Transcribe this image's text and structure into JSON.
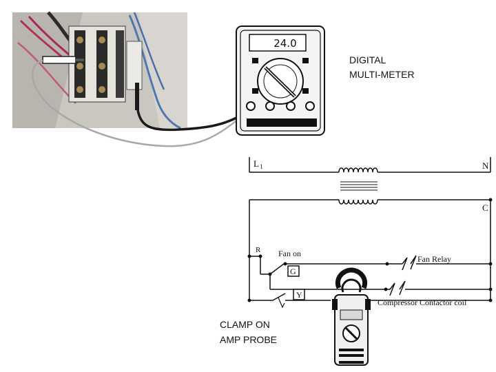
{
  "labels": {
    "multimeter_line1": "DIGITAL",
    "multimeter_line2": "MULTI-METER",
    "clamp_line1": "CLAMP ON",
    "clamp_line2": "AMP PROBE"
  },
  "meter": {
    "display_value": "24.0"
  },
  "circuit": {
    "l1": "L",
    "l1_sub": "1",
    "n": "N",
    "c": "C",
    "r": "R",
    "g": "G",
    "y": "Y",
    "fan_on": "Fan on",
    "fan_relay": "Fan Relay",
    "compressor_coil": "Compressor Contactor coil"
  },
  "colors": {
    "wire_black": "#1a1a1a",
    "wire_gray": "#a8a8a8",
    "photo_panel": "#c9c6c1"
  }
}
